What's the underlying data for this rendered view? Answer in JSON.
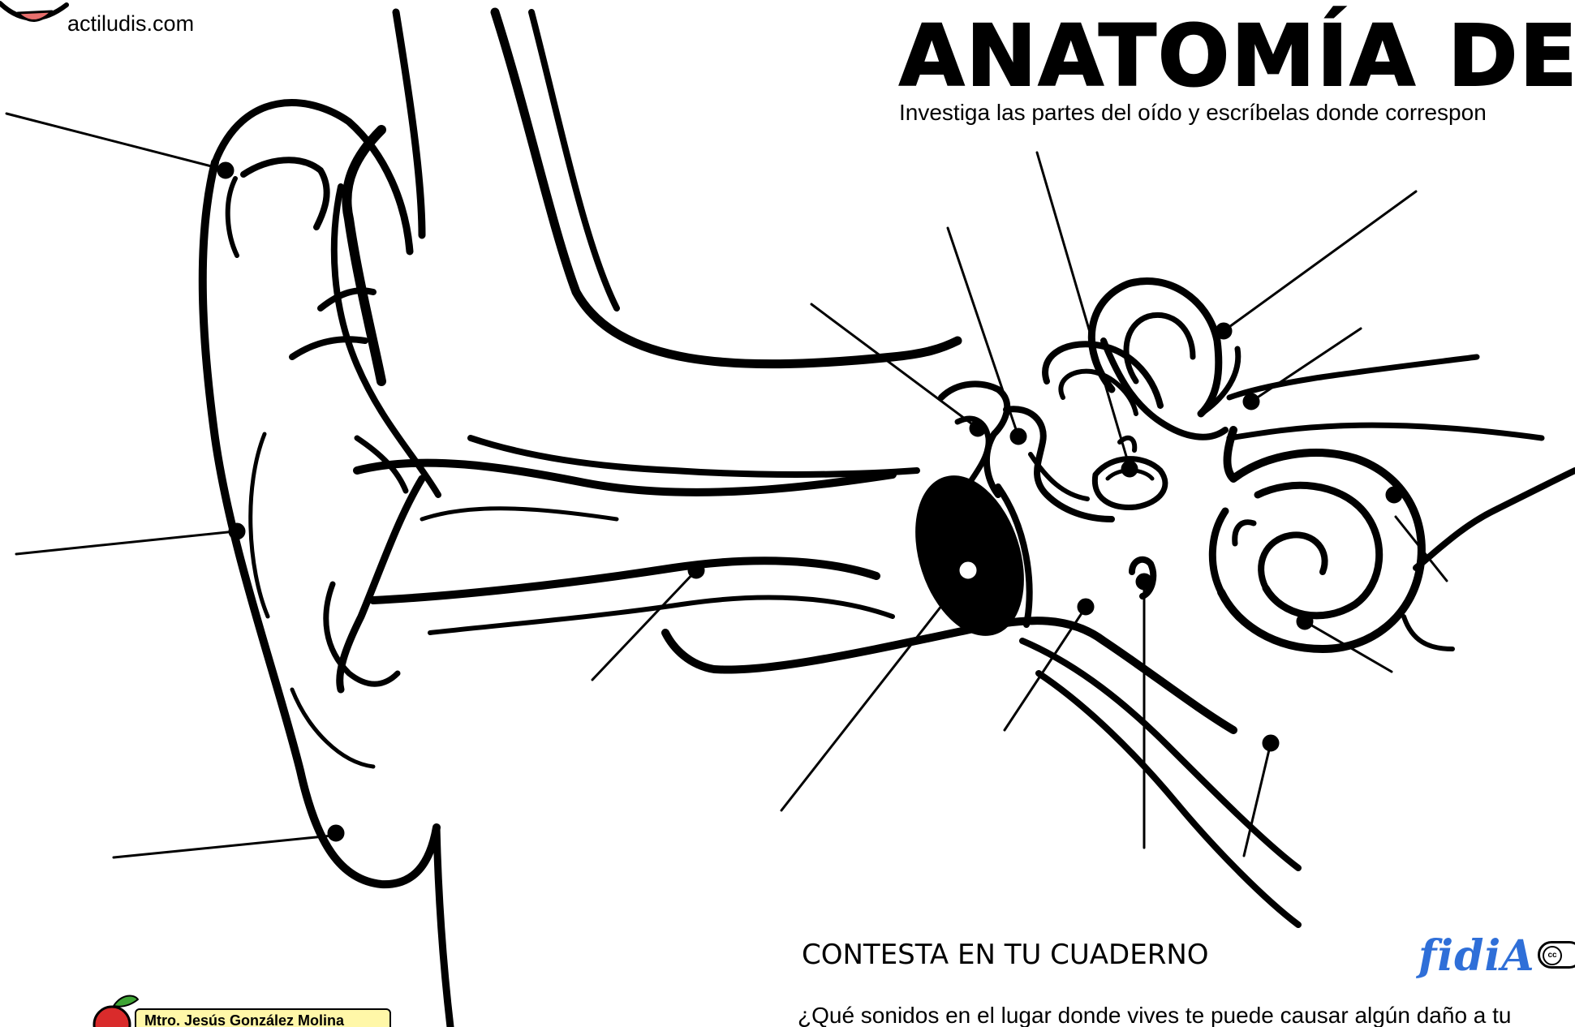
{
  "site": {
    "name": "actiludis.com"
  },
  "header": {
    "title": "ANATOMÍA DEL OÍD",
    "subtitle": "Investiga las partes del oído y escríbelas donde correspon"
  },
  "section": {
    "heading": "CONTESTA EN TU CUADERNO",
    "question": "¿Qué sonidos en el lugar donde vives te puede causar algún daño a tu"
  },
  "footer": {
    "author": "Mtro. Jesús González Molina",
    "brand": "fidiA",
    "license_badge": "cc"
  },
  "colors": {
    "ink": "#000000",
    "logo_mouth": "#e8706e",
    "author_badge": "#fff7a8",
    "brand": "#2f6fd8",
    "apple": "#d92b2b",
    "leaf": "#3fa535"
  },
  "icons": [
    "smile-logo-icon",
    "apple-icon",
    "cc-license-icon"
  ]
}
